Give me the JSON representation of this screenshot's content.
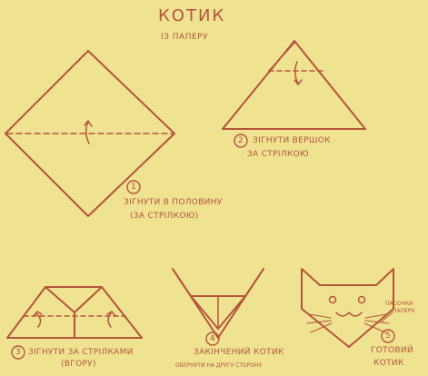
{
  "title": "КОТИК",
  "subtitle": "ІЗ ПАПЕРУ",
  "steps": [
    {
      "number": "1",
      "line1": "ЗІГНУТИ В ПОЛОВИНУ",
      "line2": "(ЗА СТРІЛКОЮ)"
    },
    {
      "number": "2",
      "line1": "ЗІГНУТИ ВЕРШОК",
      "line2": "ЗА СТРІЛКОЮ"
    },
    {
      "number": "3",
      "line1": "ЗІГНУТИ ЗА СТРІЛКАМИ",
      "line2": "(ВГОРУ)"
    },
    {
      "number": "4",
      "line1": "ЗАКІНЧЕНИЙ КОТИК",
      "line2": "ОБЕРНУТИ НА ДРУГУ СТОРОНУ"
    },
    {
      "number": "5",
      "line1": "ГОТОВИЙ",
      "line2": "КОТИК"
    }
  ],
  "whiskers_label": [
    "ПАСОЧКИ",
    "ПАПЕРУ"
  ],
  "colors": {
    "background": "#efe391",
    "ink": "#b5543c"
  }
}
